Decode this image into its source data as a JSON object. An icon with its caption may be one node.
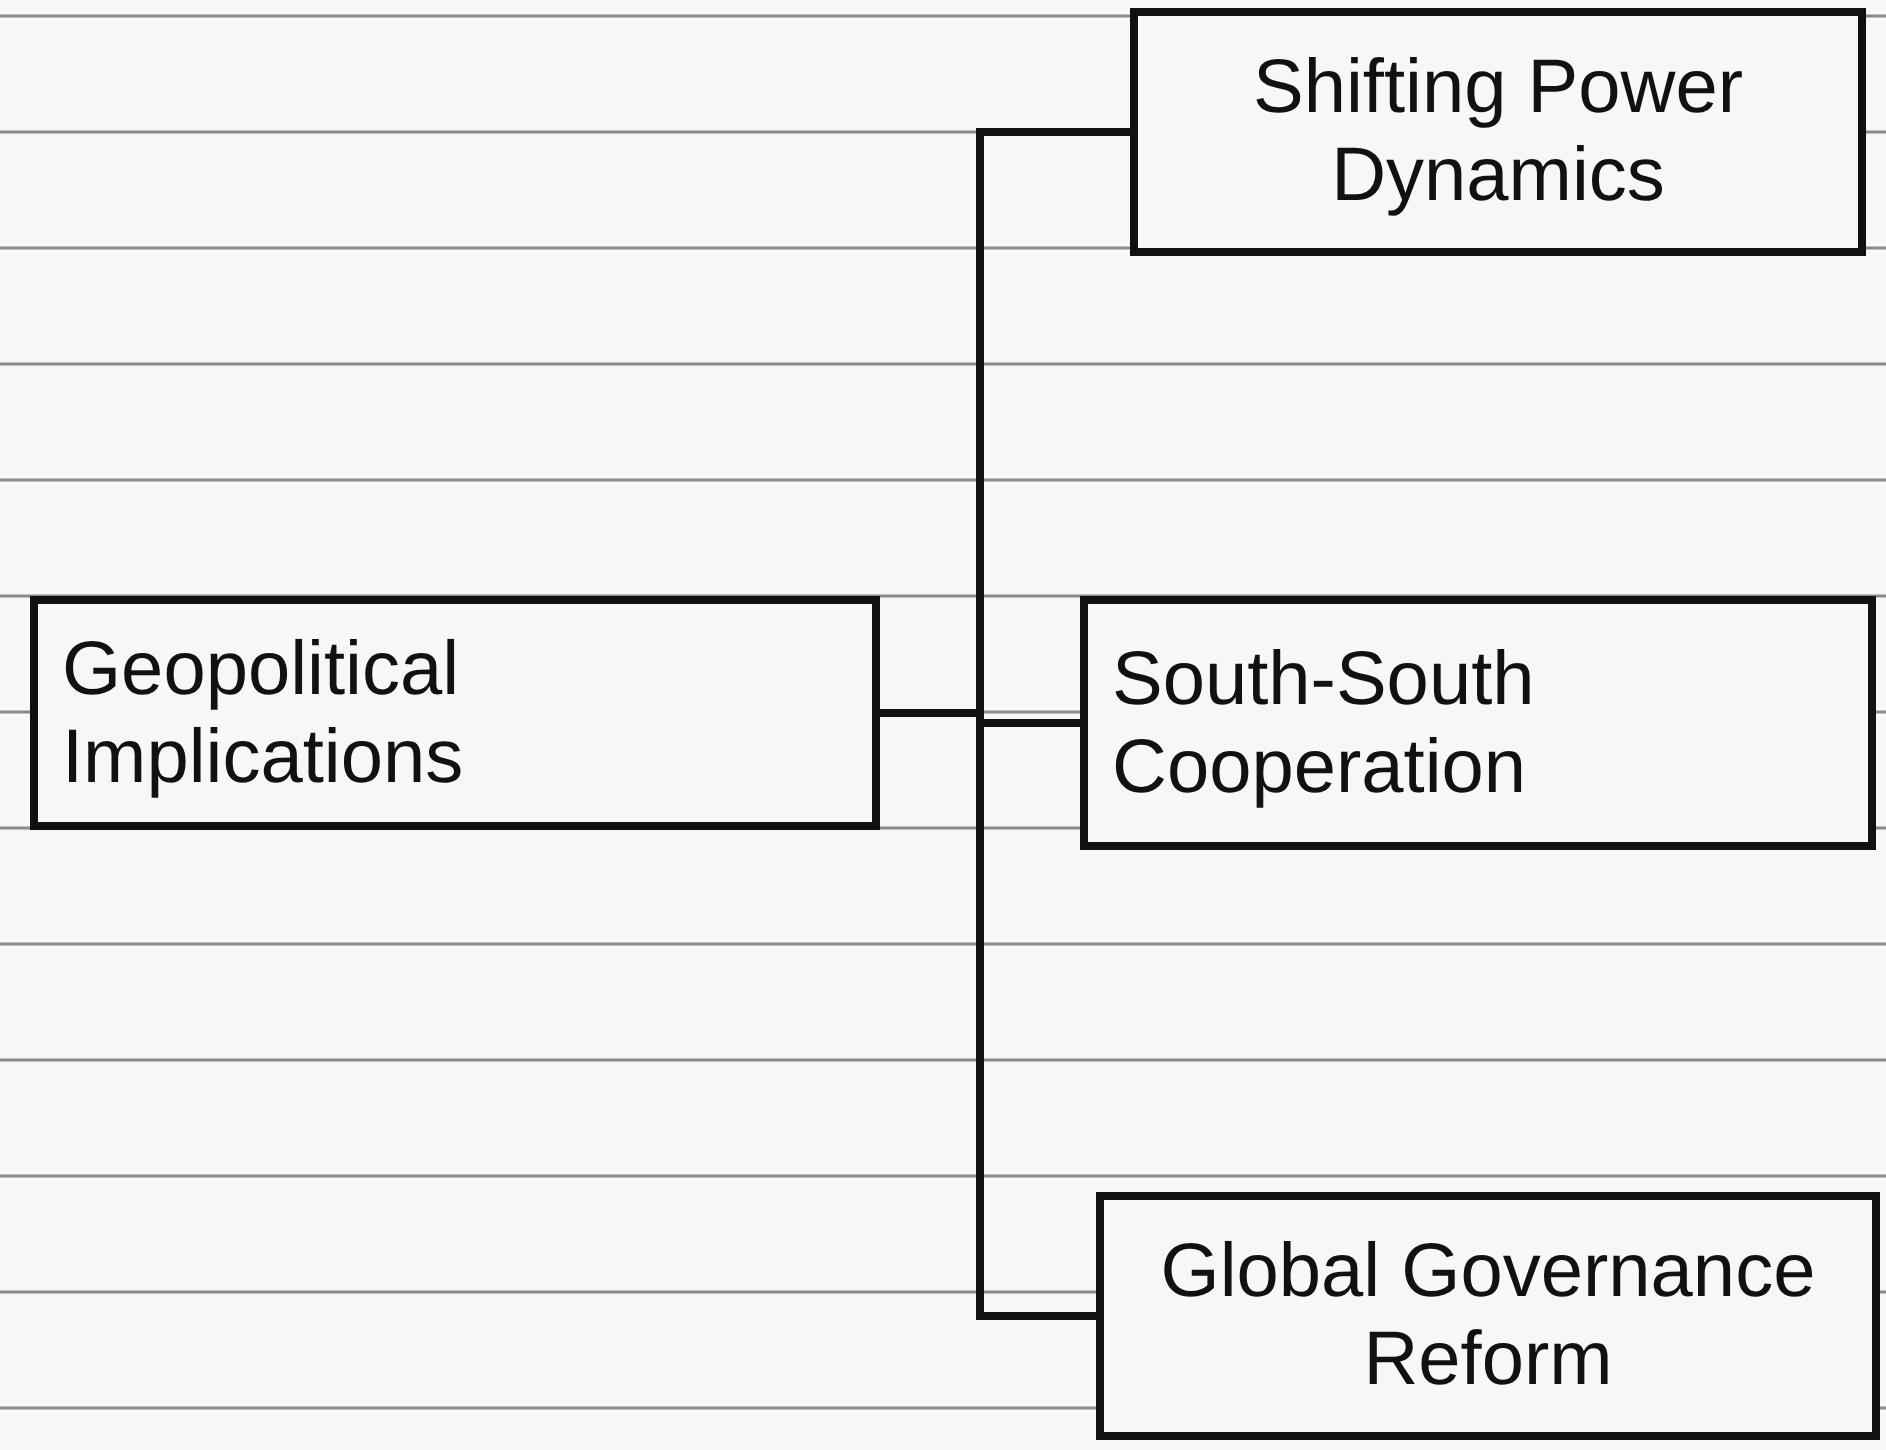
{
  "diagram": {
    "nodes": [
      {
        "text": [
          "Geopolitical Implications"
        ]
      },
      {
        "text": [
          "Shifting Power Dynamics"
        ]
      },
      {
        "text": [
          "South-South Cooperation"
        ]
      },
      {
        "text": [
          "Global Governance Reform"
        ]
      }
    ],
    "edges": [
      {
        "from": 0,
        "to": 1,
        "arrow": "none"
      },
      {
        "from": 0,
        "to": 2,
        "arrow": "none"
      },
      {
        "from": 0,
        "to": 3,
        "arrow": "none"
      }
    ]
  }
}
